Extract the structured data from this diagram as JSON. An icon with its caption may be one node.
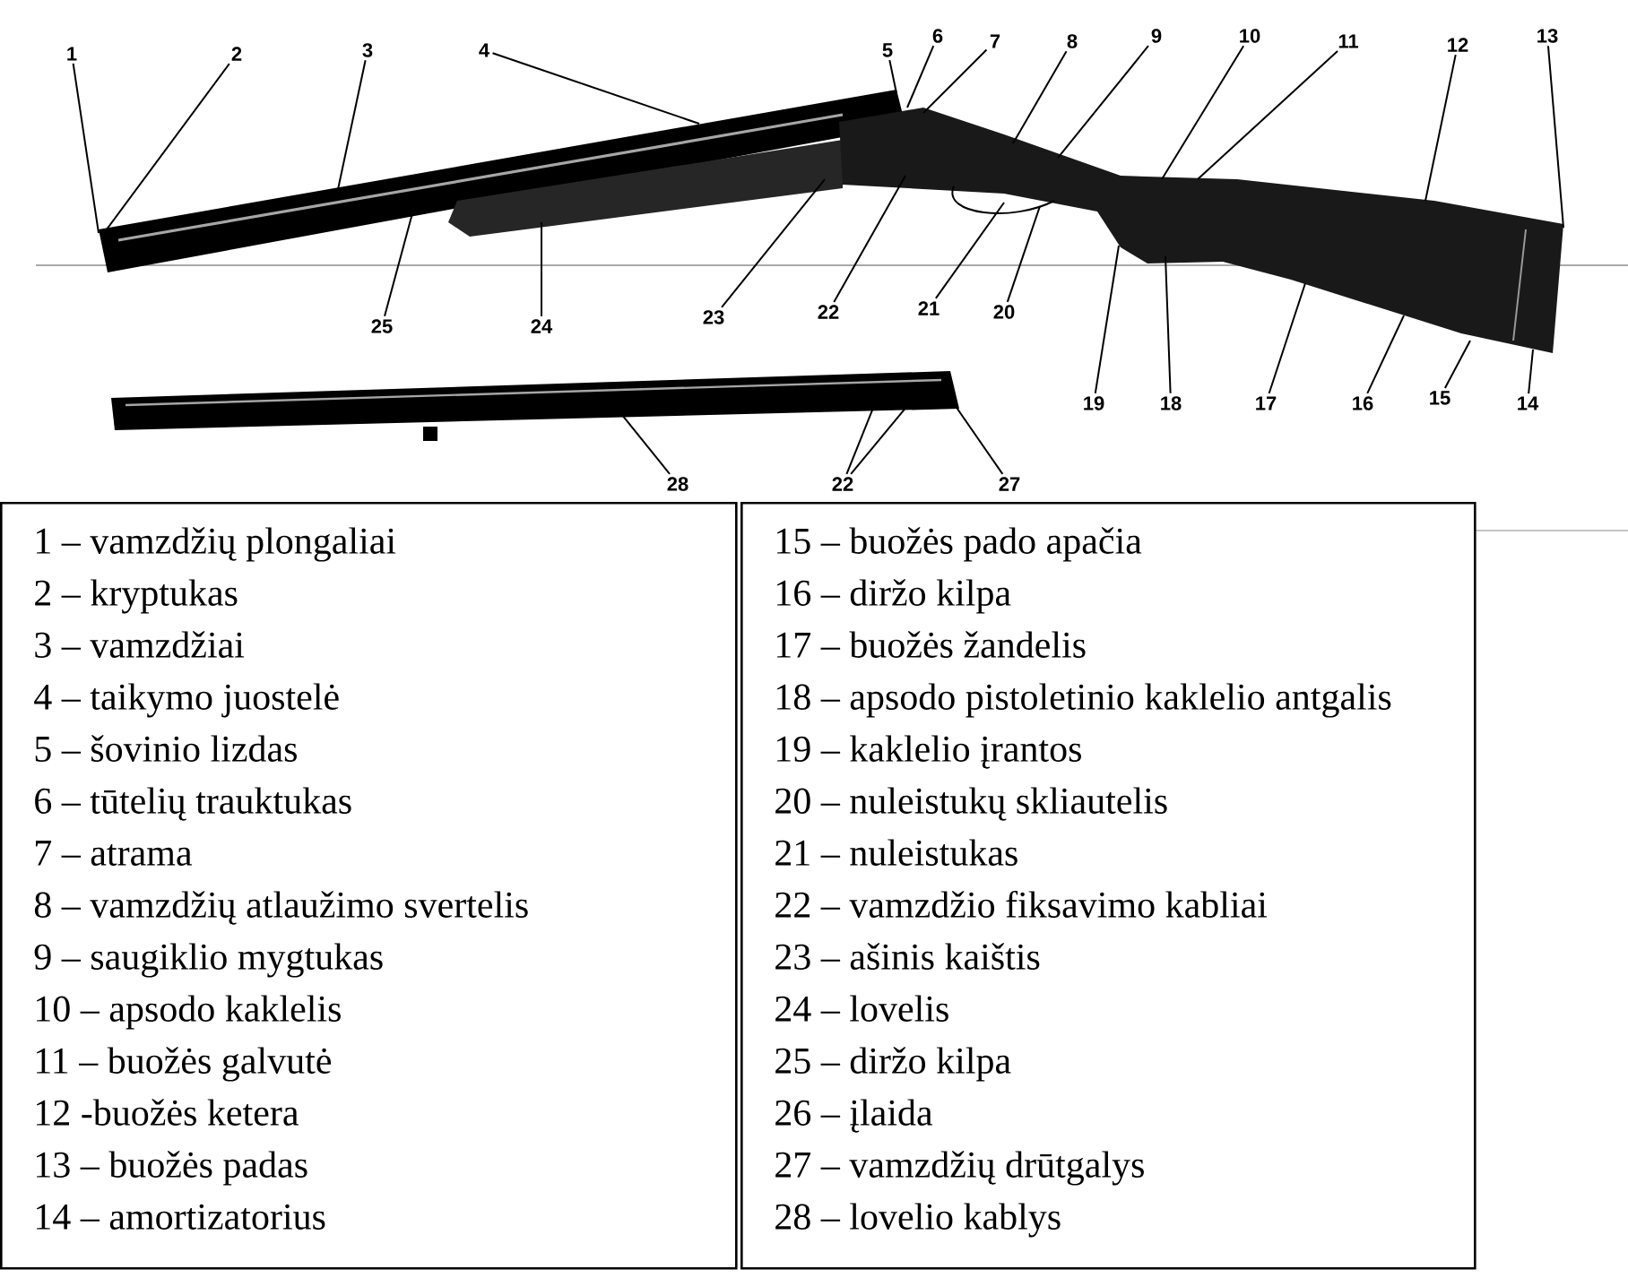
{
  "diagram": {
    "nodes": [
      {
        "text": [
          "1"
        ]
      },
      {
        "text": [
          "2"
        ]
      },
      {
        "text": [
          "3"
        ]
      },
      {
        "text": [
          "4"
        ]
      },
      {
        "text": [
          "5"
        ]
      },
      {
        "text": [
          "6"
        ]
      },
      {
        "text": [
          "7"
        ]
      },
      {
        "text": [
          "8"
        ]
      },
      {
        "text": [
          "9"
        ]
      },
      {
        "text": [
          "10"
        ]
      },
      {
        "text": [
          "11"
        ]
      },
      {
        "text": [
          "12"
        ]
      },
      {
        "text": [
          "13"
        ]
      },
      {
        "text": [
          "25"
        ]
      },
      {
        "text": [
          "24"
        ]
      },
      {
        "text": [
          "23"
        ]
      },
      {
        "text": [
          "22"
        ]
      },
      {
        "text": [
          "21"
        ]
      },
      {
        "text": [
          "20"
        ]
      },
      {
        "text": [
          "19"
        ]
      },
      {
        "text": [
          "18"
        ]
      },
      {
        "text": [
          "17"
        ]
      },
      {
        "text": [
          "16"
        ]
      },
      {
        "text": [
          "15"
        ]
      },
      {
        "text": [
          "14"
        ]
      },
      {
        "text": [
          "28"
        ]
      },
      {
        "text": [
          "22"
        ]
      },
      {
        "text": [
          "27"
        ]
      },
      {
        "text": [
          "1 – vamzdžių plongaliai",
          "2 – kryptukas",
          "3 – vamzdžiai",
          "4 – taikymo juostelė",
          "5 – šovinio lizdas",
          "6 – tūtelių trauktukas",
          "7 – atrama",
          "8 – vamzdžių atlaužimo svertelis",
          "9 – saugiklio mygtukas",
          "10 – apsodo kaklelis",
          "11 – buožės galvutė",
          "12 -buožės ketera",
          "13 – buožės padas",
          "14 – amortizatorius"
        ]
      },
      {
        "text": [
          "15 – buožės pado apačia",
          "16 – diržo kilpa",
          "17 – buožės žandelis",
          "18 – apsodo pistoletinio kaklelio antgalis",
          "19 – kaklelio įrantos",
          "20 – nuleistukų skliautelis",
          "21 – nuleistukas",
          "22 – vamzdžio fiksavimo kabliai",
          "23 – ašinis kaištis",
          "24 – lovelis",
          "25 – diržo kilpa",
          "26 – įlaida",
          "27 – vamzdžių drūtgalys",
          "28 – lovelio kablys"
        ]
      }
    ],
    "edges": [
      {
        "from": 0,
        "to": null,
        "arrow": "none"
      },
      {
        "from": 1,
        "to": null,
        "arrow": "none"
      },
      {
        "from": 2,
        "to": null,
        "arrow": "none"
      },
      {
        "from": 3,
        "to": null,
        "arrow": "none"
      },
      {
        "from": 4,
        "to": null,
        "arrow": "none"
      },
      {
        "from": 5,
        "to": null,
        "arrow": "none"
      },
      {
        "from": 6,
        "to": null,
        "arrow": "none"
      },
      {
        "from": 7,
        "to": null,
        "arrow": "none"
      },
      {
        "from": 8,
        "to": null,
        "arrow": "none"
      },
      {
        "from": 9,
        "to": null,
        "arrow": "none"
      },
      {
        "from": 10,
        "to": null,
        "arrow": "none"
      },
      {
        "from": 11,
        "to": null,
        "arrow": "none"
      },
      {
        "from": 12,
        "to": null,
        "arrow": "none"
      },
      {
        "from": 13,
        "to": null,
        "arrow": "none"
      },
      {
        "from": 14,
        "to": null,
        "arrow": "none"
      },
      {
        "from": 15,
        "to": null,
        "arrow": "none"
      },
      {
        "from": 16,
        "to": null,
        "arrow": "none"
      },
      {
        "from": 17,
        "to": null,
        "arrow": "none"
      },
      {
        "from": 18,
        "to": null,
        "arrow": "none"
      },
      {
        "from": 19,
        "to": null,
        "arrow": "none"
      },
      {
        "from": 20,
        "to": null,
        "arrow": "none"
      },
      {
        "from": 21,
        "to": null,
        "arrow": "none"
      },
      {
        "from": 22,
        "to": null,
        "arrow": "none"
      },
      {
        "from": 23,
        "to": null,
        "arrow": "none"
      },
      {
        "from": 24,
        "to": null,
        "arrow": "none"
      },
      {
        "from": 25,
        "to": null,
        "arrow": "none"
      },
      {
        "from": 26,
        "to": null,
        "arrow": "none"
      },
      {
        "from": 26,
        "to": null,
        "arrow": "none"
      },
      {
        "from": 27,
        "to": null,
        "arrow": "none"
      }
    ]
  }
}
